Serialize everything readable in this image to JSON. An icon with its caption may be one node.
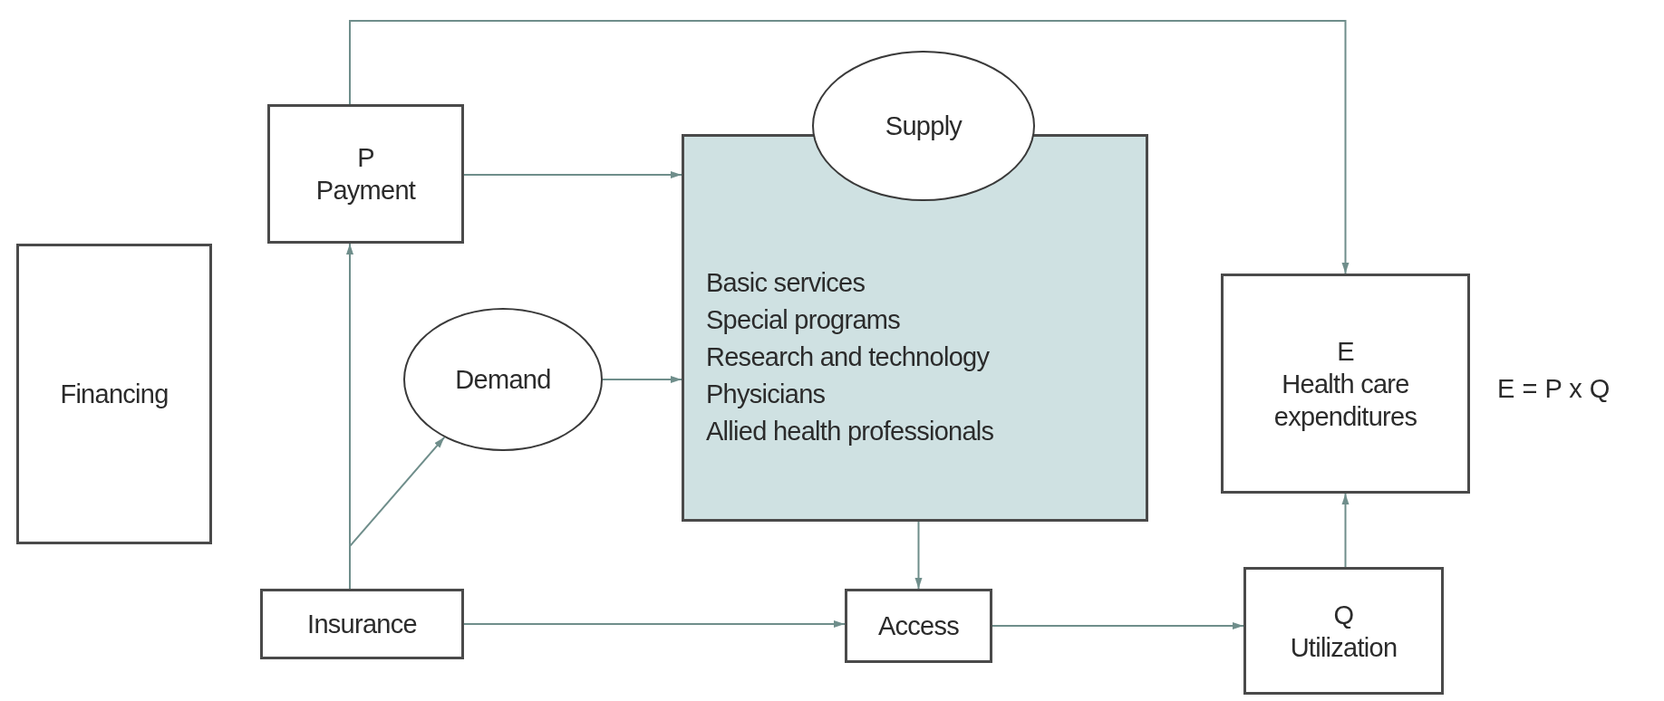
{
  "diagram": {
    "nodes": [
      {
        "text": [
          "Financing"
        ]
      },
      {
        "text": [
          "P",
          "Payment"
        ]
      },
      {
        "text": [
          "Basic services",
          "Special programs",
          "Research and technology",
          "Physicians",
          "Allied health professionals"
        ]
      },
      {
        "text": [
          "Supply"
        ]
      },
      {
        "text": [
          "Demand"
        ]
      },
      {
        "text": [
          "E",
          "Health care expenditures"
        ]
      },
      {
        "text": [
          "Insurance"
        ]
      },
      {
        "text": [
          "Access"
        ]
      },
      {
        "text": [
          "Q",
          "Utilization"
        ]
      }
    ],
    "edges": [
      {
        "from": 1,
        "to": 2,
        "arrow": "to"
      },
      {
        "from": 1,
        "to": 5,
        "arrow": "to"
      },
      {
        "from": 4,
        "to": 2,
        "arrow": "to"
      },
      {
        "from": 6,
        "to": 1,
        "arrow": "to"
      },
      {
        "from": 6,
        "to": 4,
        "arrow": "to"
      },
      {
        "from": 6,
        "to": 7,
        "arrow": "to"
      },
      {
        "from": 2,
        "to": 7,
        "arrow": "to"
      },
      {
        "from": 7,
        "to": 8,
        "arrow": "to"
      },
      {
        "from": 8,
        "to": 5,
        "arrow": "to"
      }
    ],
    "labels": [
      "E = P x Q"
    ]
  }
}
